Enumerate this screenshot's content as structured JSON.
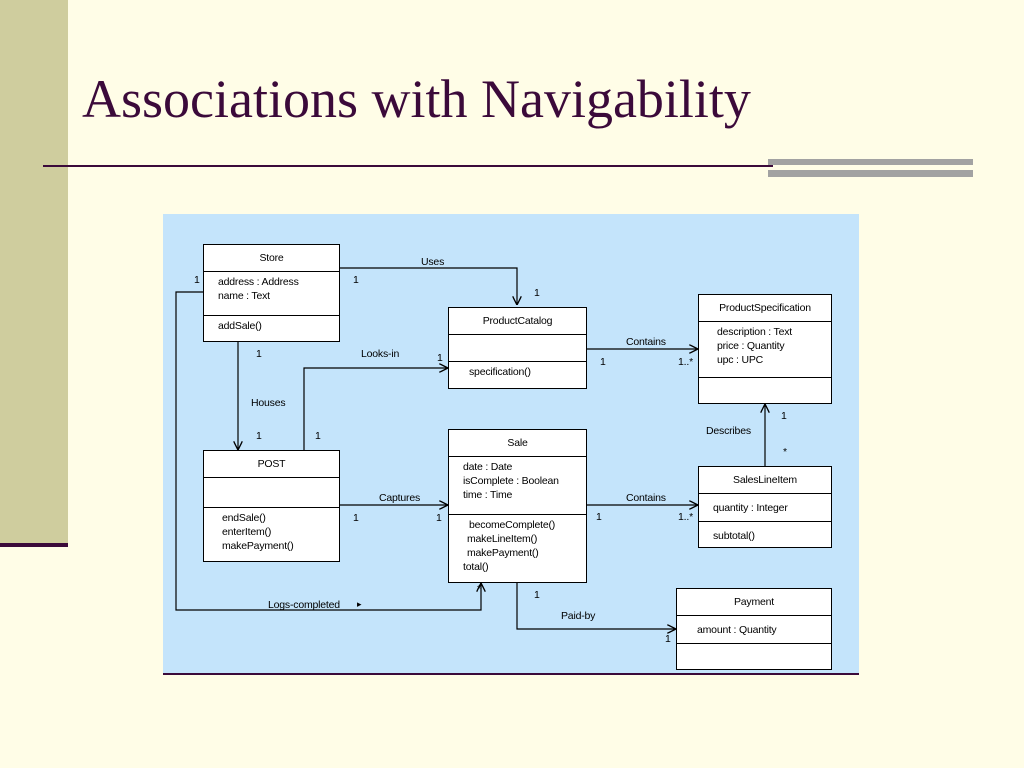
{
  "slide": {
    "title": "Associations with Navigability"
  },
  "classes": {
    "store": {
      "name": "Store",
      "attributes": [
        "address : Address",
        "name : Text"
      ],
      "operations": [
        "addSale()"
      ]
    },
    "product_catalog": {
      "name": "ProductCatalog",
      "attributes": [],
      "operations": [
        "specification()"
      ]
    },
    "product_specification": {
      "name": "ProductSpecification",
      "attributes": [
        "description : Text",
        "price : Quantity",
        "upc : UPC"
      ],
      "operations": []
    },
    "post": {
      "name": "POST",
      "attributes": [],
      "operations": [
        "endSale()",
        "enterItem()",
        "makePayment()"
      ]
    },
    "sale": {
      "name": "Sale",
      "attributes": [
        "date : Date",
        "isComplete : Boolean",
        "time : Time"
      ],
      "operations": [
        "becomeComplete()",
        "makeLineItem()",
        "makePayment()",
        "total()"
      ]
    },
    "sales_line_item": {
      "name": "SalesLineItem",
      "attributes": [
        "quantity : Integer"
      ],
      "operations": [
        "subtotal()"
      ]
    },
    "payment": {
      "name": "Payment",
      "attributes": [
        "amount : Quantity"
      ],
      "operations": []
    }
  },
  "associations": {
    "uses": "Uses",
    "contains_catalog": "Contains",
    "looks_in": "Looks-in",
    "houses": "Houses",
    "describes": "Describes",
    "captures": "Captures",
    "contains_sale": "Contains",
    "logs_completed": "Logs-completed",
    "logs_completed_arrow": "▸",
    "paid_by": "Paid-by"
  },
  "multiplicities": {
    "store_uses": "1",
    "catalog_uses": "1",
    "catalog_contains": "1",
    "spec_contains": "1..*",
    "post_looks_in": "1",
    "catalog_looks_in": "1",
    "store_houses": "1",
    "post_houses": "1",
    "spec_describes": "1",
    "lineitem_describes": "*",
    "post_captures": "1",
    "sale_captures": "1",
    "sale_contains": "1",
    "lineitem_contains": "1..*",
    "store_logs": "1",
    "sale_logs": "*",
    "sale_paid_by": "1",
    "payment_paid_by": "1"
  },
  "colors": {
    "background": "#fffde7",
    "title": "#3b0a3a",
    "diagram_background": "#c4e4fb"
  }
}
